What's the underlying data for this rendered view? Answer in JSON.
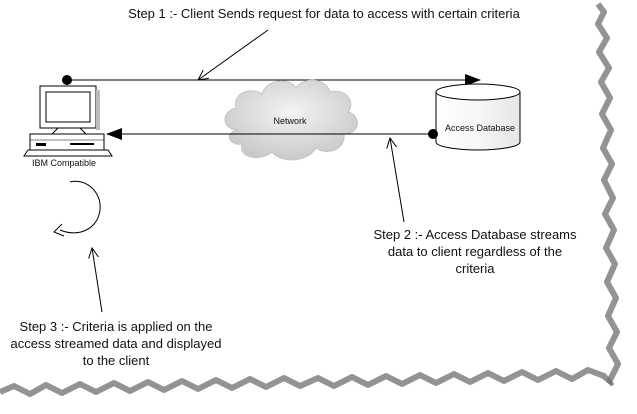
{
  "steps": {
    "step1": "Step 1 :- Client Sends request for data to access with certain criteria",
    "step2_lines": [
      "Step 2 :- Access Database streams",
      "data to client regardless of the",
      "criteria"
    ],
    "step3_lines": [
      "Step 3 :- Criteria is applied on the",
      "access streamed data and displayed",
      "to the client"
    ]
  },
  "labels": {
    "client": "IBM Compatible",
    "network": "Network",
    "database": "Access Database"
  },
  "icons": {
    "client": "desktop-computer-icon",
    "network": "cloud-icon",
    "database": "database-cylinder-icon",
    "process": "circular-arrow-icon"
  },
  "colors": {
    "line": "#000000",
    "cloud": "#d9d9d9",
    "shadow": "#7a7a7a",
    "background": "#ffffff"
  }
}
